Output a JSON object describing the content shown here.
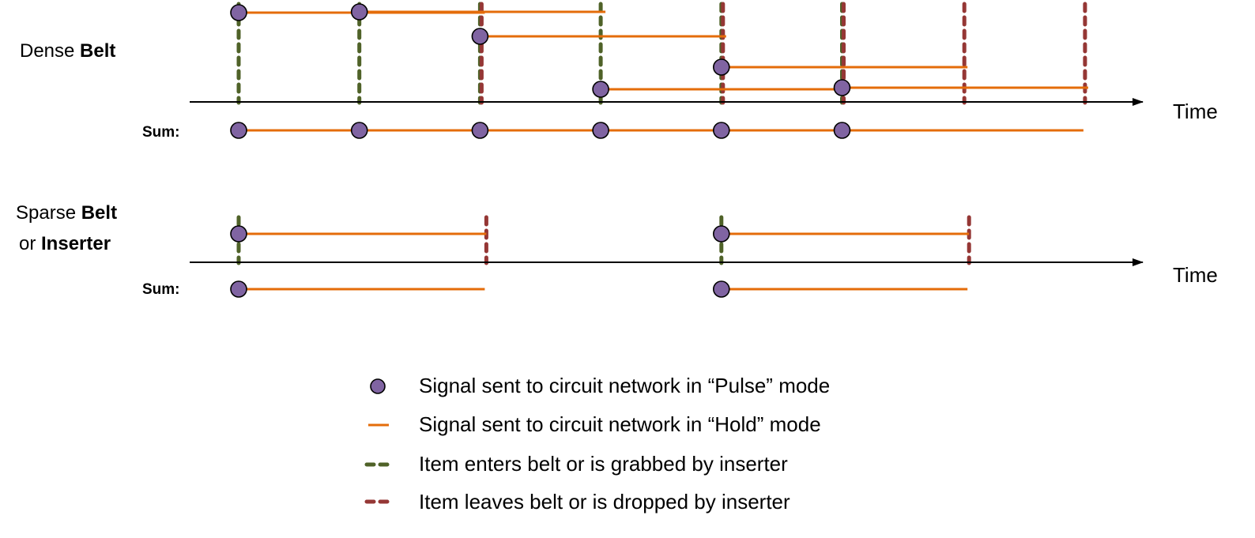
{
  "colors": {
    "pulse": "#8064a2",
    "hold": "#e46c0a",
    "enter": "#4f6228",
    "leave": "#953735",
    "axis": "#000000"
  },
  "panels": [
    {
      "label_line1": {
        "normal": "Dense ",
        "bold": "Belt"
      },
      "label_line2": null,
      "axis_label": "Time",
      "sum_label": "Sum:",
      "enter_times": [
        1,
        2,
        3,
        4,
        5,
        6
      ],
      "leave_times": [
        3,
        5,
        6,
        7,
        8
      ],
      "holds": [
        {
          "start": 1,
          "end": 3
        },
        {
          "start": 3,
          "end": 5
        },
        {
          "start": 5,
          "end": 7
        },
        {
          "start": 4,
          "end": 6
        },
        {
          "start": 2,
          "end": 4
        },
        {
          "start": 6,
          "end": 8
        }
      ],
      "sum": {
        "pulses": [
          1,
          2,
          3,
          4,
          5,
          6
        ],
        "hold_start": 1,
        "hold_end": 8
      }
    },
    {
      "label_line1": {
        "normal": "Sparse ",
        "bold": "Belt"
      },
      "label_line2": {
        "normal": "or ",
        "bold": "Inserter"
      },
      "axis_label": "Time",
      "sum_label": "Sum:",
      "enter_times": [
        1,
        5
      ],
      "leave_times": [
        3,
        7
      ],
      "holds": [
        {
          "start": 1,
          "end": 3
        },
        {
          "start": 5,
          "end": 7
        }
      ],
      "sum": {
        "segments": [
          {
            "start": 1,
            "end": 3
          },
          {
            "start": 5,
            "end": 7
          }
        ]
      }
    }
  ],
  "legend": [
    {
      "symbol": "pulse",
      "icon": "purple-circle-icon",
      "text": "Signal sent to circuit network in “Pulse” mode"
    },
    {
      "symbol": "hold",
      "icon": "orange-line-icon",
      "text": "Signal sent to circuit network in “Hold” mode"
    },
    {
      "symbol": "enter",
      "icon": "green-dashed-line-icon",
      "text": "Item enters belt or is grabbed by inserter"
    },
    {
      "symbol": "leave",
      "icon": "red-dashed-line-icon",
      "text": "Item leaves belt or is dropped by inserter"
    }
  ]
}
